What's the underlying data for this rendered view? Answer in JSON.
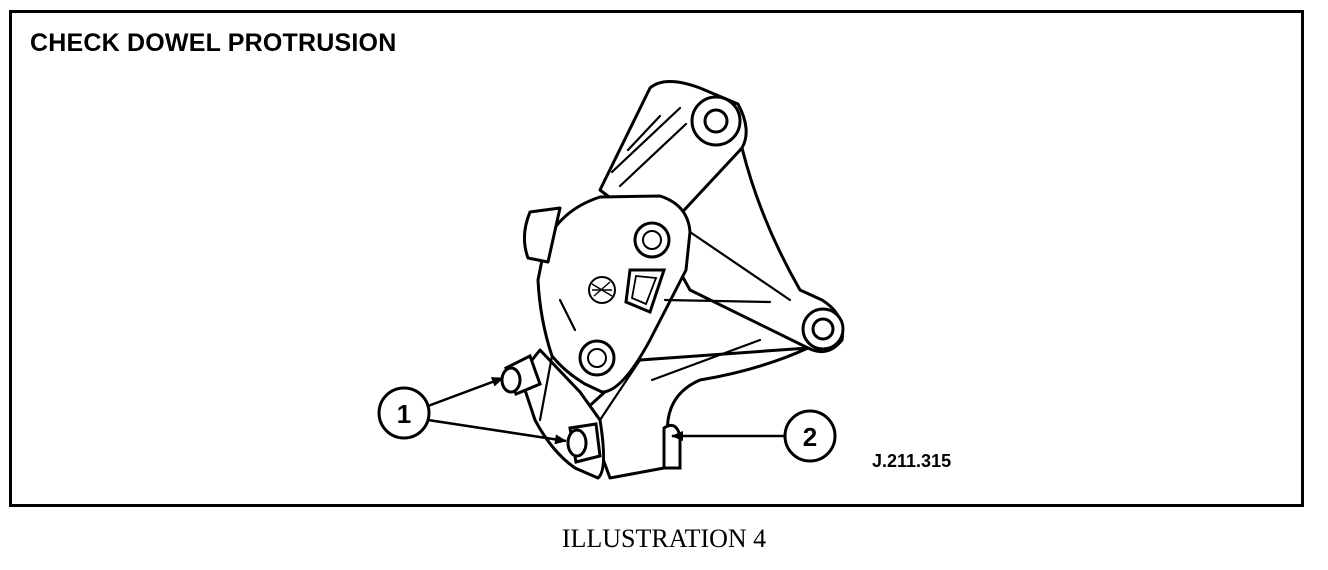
{
  "title": "CHECK DOWEL PROTRUSION",
  "figure_code": "J.211.315",
  "caption": "ILLUSTRATION 4",
  "callouts": [
    {
      "number": "1"
    },
    {
      "number": "2"
    }
  ],
  "colors": {
    "ink": "#000000",
    "paper": "#ffffff"
  }
}
